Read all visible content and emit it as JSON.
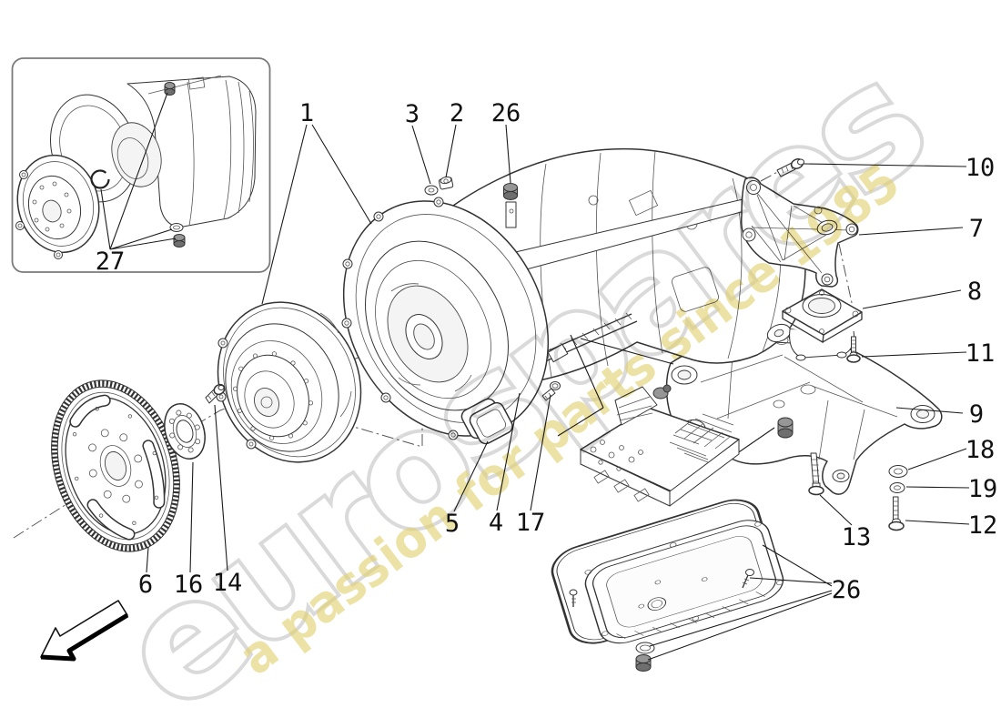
{
  "watermark": {
    "brand": "eurospares",
    "tagline": "a passion for parts since 1985",
    "brand_outline_color": "#d9d9d9",
    "tagline_color": "#e3d170"
  },
  "callouts": {
    "c1": "1",
    "c2": "2",
    "c3": "3",
    "c4": "4",
    "c5": "5",
    "c6": "6",
    "c7": "7",
    "c8": "8",
    "c9": "9",
    "c10": "10",
    "c11": "11",
    "c12": "12",
    "c13": "13",
    "c14": "14",
    "c16": "16",
    "c17": "17",
    "c18": "18",
    "c19": "19",
    "c26_top": "26",
    "c26_bottom": "26",
    "c27": "27"
  }
}
